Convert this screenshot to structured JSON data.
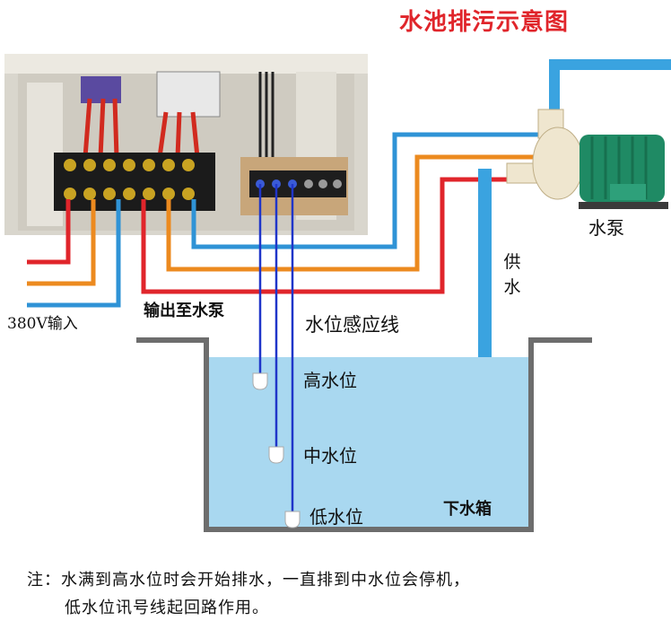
{
  "title": "水池排污示意图",
  "labels": {
    "power_input": "380V输入",
    "output_to_pump": "输出至水泵",
    "level_sensor_wire": "水位感应线",
    "high_level": "高水位",
    "mid_level": "中水位",
    "low_level": "低水位",
    "lower_tank": "下水箱",
    "pump": "水泵",
    "water_supply": "供水"
  },
  "note": {
    "line1": "注：水满到高水位时会开始排水，一直排到中水位会停机，",
    "line2": "低水位讯号线起回路作用。"
  },
  "colors": {
    "title": "#e0252b",
    "wire_red": "#e0252b",
    "wire_orange": "#ec8a1f",
    "wire_blue": "#2f93d6",
    "sensor_wire": "#1f35c9",
    "water": "#a9d8f0",
    "tank_wall": "#6d6d6d",
    "pipe": "#3aa3e0",
    "pump_body": "#1f8a64"
  }
}
